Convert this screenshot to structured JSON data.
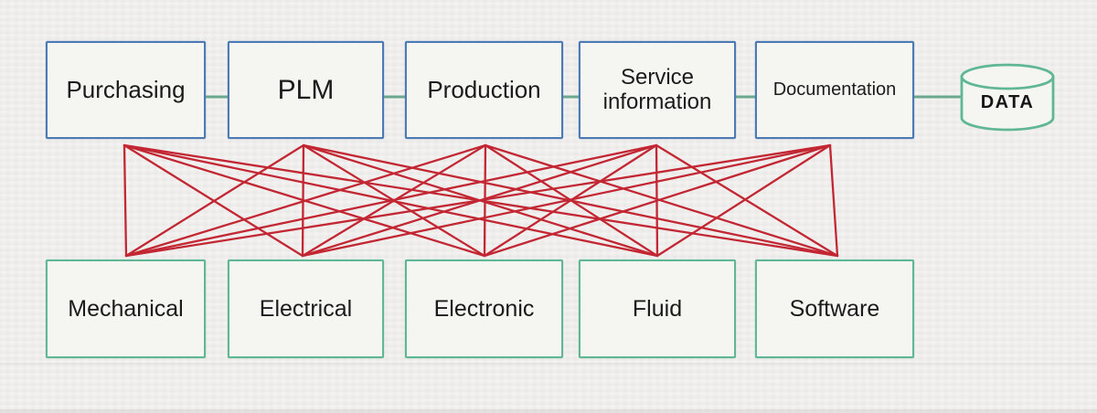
{
  "diagram": {
    "top_row": [
      {
        "id": "purchasing",
        "label": "Purchasing"
      },
      {
        "id": "plm",
        "label": "PLM"
      },
      {
        "id": "production",
        "label": "Production"
      },
      {
        "id": "service_information",
        "label": "Service information"
      },
      {
        "id": "documentation",
        "label": "Documentation"
      }
    ],
    "bottom_row": [
      {
        "id": "mechanical",
        "label": "Mechanical"
      },
      {
        "id": "electrical",
        "label": "Electrical"
      },
      {
        "id": "electronic",
        "label": "Electronic"
      },
      {
        "id": "fluid",
        "label": "Fluid"
      },
      {
        "id": "software",
        "label": "Software"
      }
    ],
    "data_store": {
      "label": "DATA"
    },
    "top_row_links": [
      [
        "purchasing",
        "plm"
      ],
      [
        "plm",
        "production"
      ],
      [
        "production",
        "service_information"
      ],
      [
        "service_information",
        "documentation"
      ],
      [
        "documentation",
        "data_store"
      ]
    ],
    "connections": [
      [
        "purchasing",
        "mechanical"
      ],
      [
        "purchasing",
        "electrical"
      ],
      [
        "purchasing",
        "electronic"
      ],
      [
        "purchasing",
        "fluid"
      ],
      [
        "purchasing",
        "software"
      ],
      [
        "plm",
        "mechanical"
      ],
      [
        "plm",
        "electrical"
      ],
      [
        "plm",
        "electronic"
      ],
      [
        "plm",
        "fluid"
      ],
      [
        "plm",
        "software"
      ],
      [
        "production",
        "mechanical"
      ],
      [
        "production",
        "electrical"
      ],
      [
        "production",
        "electronic"
      ],
      [
        "production",
        "fluid"
      ],
      [
        "production",
        "software"
      ],
      [
        "service_information",
        "mechanical"
      ],
      [
        "service_information",
        "electrical"
      ],
      [
        "service_information",
        "electronic"
      ],
      [
        "service_information",
        "fluid"
      ],
      [
        "service_information",
        "software"
      ],
      [
        "documentation",
        "mechanical"
      ],
      [
        "documentation",
        "electrical"
      ],
      [
        "documentation",
        "electronic"
      ],
      [
        "documentation",
        "fluid"
      ],
      [
        "documentation",
        "software"
      ]
    ],
    "colors": {
      "top_box_border": "#4d7ab5",
      "bottom_box_border": "#5fb795",
      "data_store_border": "#5fb795",
      "connection_line": "#c22733",
      "row_connector": "#6aa98e",
      "box_fill": "#f5f5f2",
      "background": "#edecea",
      "text": "#1b1b1b"
    }
  }
}
